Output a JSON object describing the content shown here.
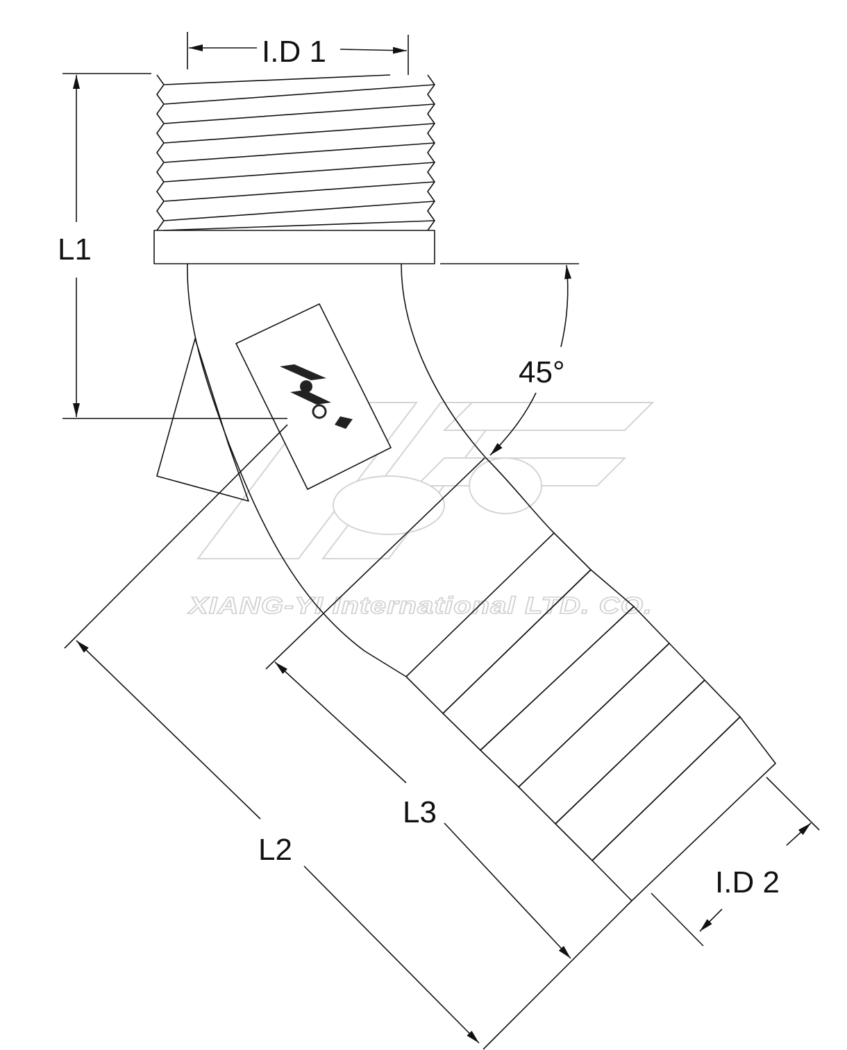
{
  "labels": {
    "id1": "I.D 1",
    "id2": "I.D 2",
    "l1": "L1",
    "l2": "L2",
    "l3": "L3",
    "angle": "45°"
  },
  "watermark": {
    "company": "XIANG-YI International  LTD. CO."
  },
  "colors": {
    "line": "#111111",
    "background": "#ffffff",
    "watermark_outline": "#d2d2d2"
  },
  "icons": {
    "brand_logo": "xiang-yi-logo-icon",
    "watermark_logo": "xiang-yi-watermark-logo"
  }
}
